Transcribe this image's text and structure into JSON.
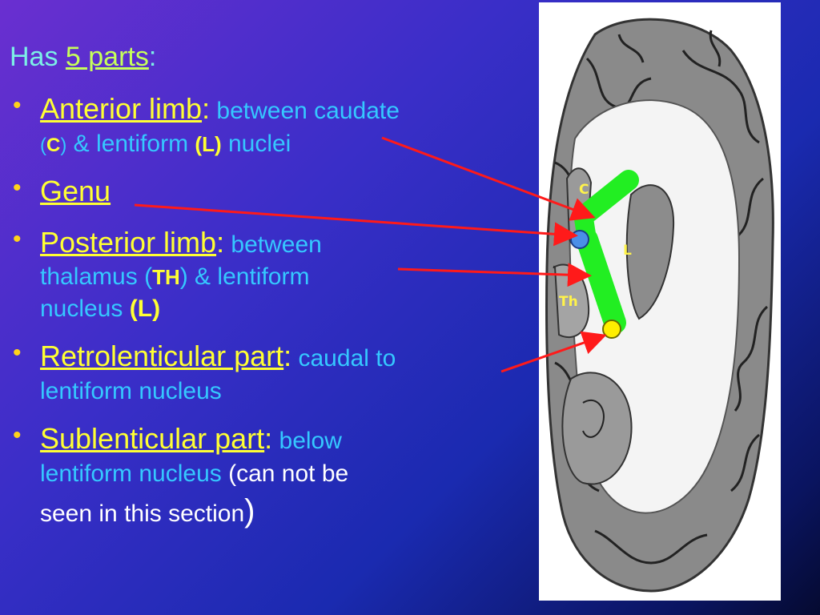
{
  "heading": {
    "prefix": "Has ",
    "link": "5 parts",
    "suffix": ":"
  },
  "bullets": [
    {
      "term": "Anterior limb",
      "colon": ":",
      "desc_a": " between caudate",
      "open_paren": "(",
      "abbr1": "C",
      "close_paren": ")",
      "desc_b": " & lentiform ",
      "abbr2": "(L)",
      "desc_c": " nuclei"
    },
    {
      "term": "Genu"
    },
    {
      "term": "Posterior limb",
      "colon": ":",
      "desc_a": " between",
      "line2_a": "thalamus (",
      "abbr1": "TH",
      "line2_b": ") & lentiform",
      "line3_a": "nucleus ",
      "abbr2": "(L)"
    },
    {
      "term": "Retrolenticular part",
      "colon": ":",
      "desc_a": " caudal to",
      "line2_a": "lentiform nucleus"
    },
    {
      "term": "Sublenticular part",
      "colon": ":",
      "desc_a": " below",
      "line2_a": "lentiform nucleus",
      "white_a": " (can not be",
      "line3_a": "seen in this section",
      "close_paren": ")"
    }
  ],
  "brain_labels": {
    "c": "C",
    "l": "L",
    "th": "Th"
  },
  "colors": {
    "term": "#ffff33",
    "desc": "#35c8ff",
    "heading": "#7cf0e6",
    "arrow": "#ff1a1a",
    "capsule": "#22ee22",
    "genu_dot": "#4a8fe8",
    "retro_dot": "#ffee00"
  }
}
